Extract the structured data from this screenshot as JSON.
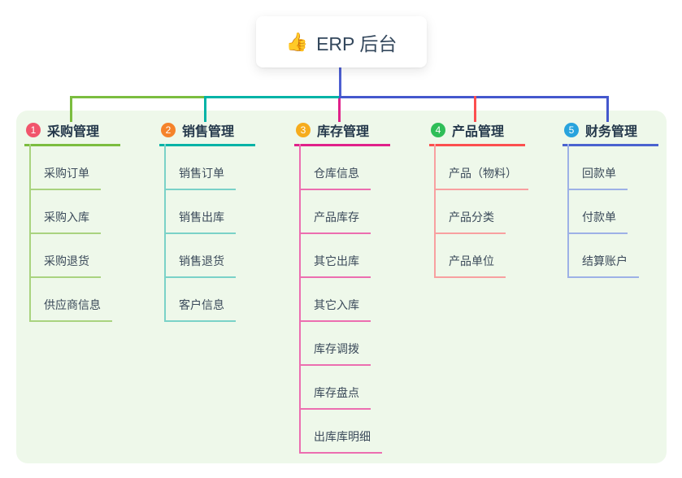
{
  "root": {
    "icon": "👍",
    "title": "ERP 后台"
  },
  "branches": [
    {
      "num": "1",
      "label": "采购管理",
      "badge_color": "#f1556c",
      "line_color": "#7bbd3f",
      "light_color": "#a9d37f",
      "children": [
        "采购订单",
        "采购入库",
        "采购退货",
        "供应商信息"
      ]
    },
    {
      "num": "2",
      "label": "销售管理",
      "badge_color": "#f5832b",
      "line_color": "#00b3a6",
      "light_color": "#7ad2c8",
      "children": [
        "销售订单",
        "销售出库",
        "销售退货",
        "客户信息"
      ]
    },
    {
      "num": "3",
      "label": "库存管理",
      "badge_color": "#f6ac1d",
      "line_color": "#e0218a",
      "light_color": "#ec6eb0",
      "children": [
        "仓库信息",
        "产品库存",
        "其它出库",
        "其它入库",
        "库存调拨",
        "库存盘点",
        "出库库明细"
      ]
    },
    {
      "num": "4",
      "label": "产品管理",
      "badge_color": "#2fbe58",
      "line_color": "#fc4f4f",
      "light_color": "#f8a0a0",
      "children": [
        "产品（物料）",
        "产品分类",
        "产品单位"
      ]
    },
    {
      "num": "5",
      "label": "财务管理",
      "badge_color": "#28a3dd",
      "line_color": "#4a63cf",
      "light_color": "#9db1e6",
      "children": [
        "回款单",
        "付款单",
        "结算账户"
      ]
    }
  ],
  "colors": {
    "panel_bg": "#eef8ea",
    "root_line": "#4d5fd1",
    "bus_green": "#7bbd3f",
    "bus_teal": "#00b3a6",
    "bus_blue": "#4458cd",
    "drop_magenta": "#e0218a",
    "drop_red": "#fc4f4f",
    "drop_blue": "#4458cd"
  }
}
